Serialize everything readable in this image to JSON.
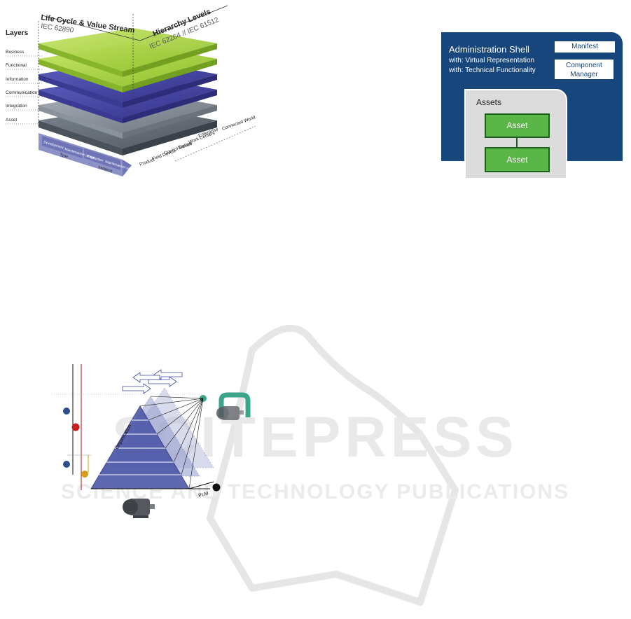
{
  "rami": {
    "layers_title": "Layers",
    "layers": [
      "Business",
      "Functional",
      "Information",
      "Communication",
      "Integration",
      "Asset"
    ],
    "lifecycle_title": "Life Cycle & Value Stream",
    "lifecycle_standard": "IEC 62890",
    "hierarchy_title": "Hierarchy Levels",
    "hierarchy_standard": "IEC 62264 // IEC 61512",
    "hierarchy_levels": [
      "Connected World",
      "Enterprise",
      "Work Centers",
      "Station",
      "Control Device",
      "Field Device",
      "Product"
    ],
    "lifecycle_steps": [
      "Development",
      "Maintenance/ usage",
      "Production",
      "Maintenance/ usage"
    ],
    "type_label": "Type",
    "instance_label": "Instance",
    "colors": {
      "green": "#a6d13a",
      "blue": "#4a4aa8",
      "grey": "#7f8893"
    }
  },
  "shell": {
    "title": "Administration Shell",
    "line1": "with: Virtual Representation",
    "line2": "with: Technical Functionality",
    "manifest": "Manifest",
    "component_manager": "Component Manager",
    "assets_title": "Assets",
    "asset1": "Asset",
    "asset2": "Asset",
    "colors": {
      "shell": "#17467d",
      "asset": "#5ab646"
    }
  },
  "pyramid": {
    "organisation_label": "Organisation",
    "plm_label": "PLM",
    "colors": {
      "dot_blue": "#2d4f8e",
      "dot_red": "#c81e1e",
      "dot_gold": "#d4a017",
      "dot_teal": "#3aa58a"
    }
  },
  "watermark": {
    "line1": "SCITEPRESS",
    "line2": "SCIENCE AND TECHNOLOGY PUBLICATIONS"
  }
}
